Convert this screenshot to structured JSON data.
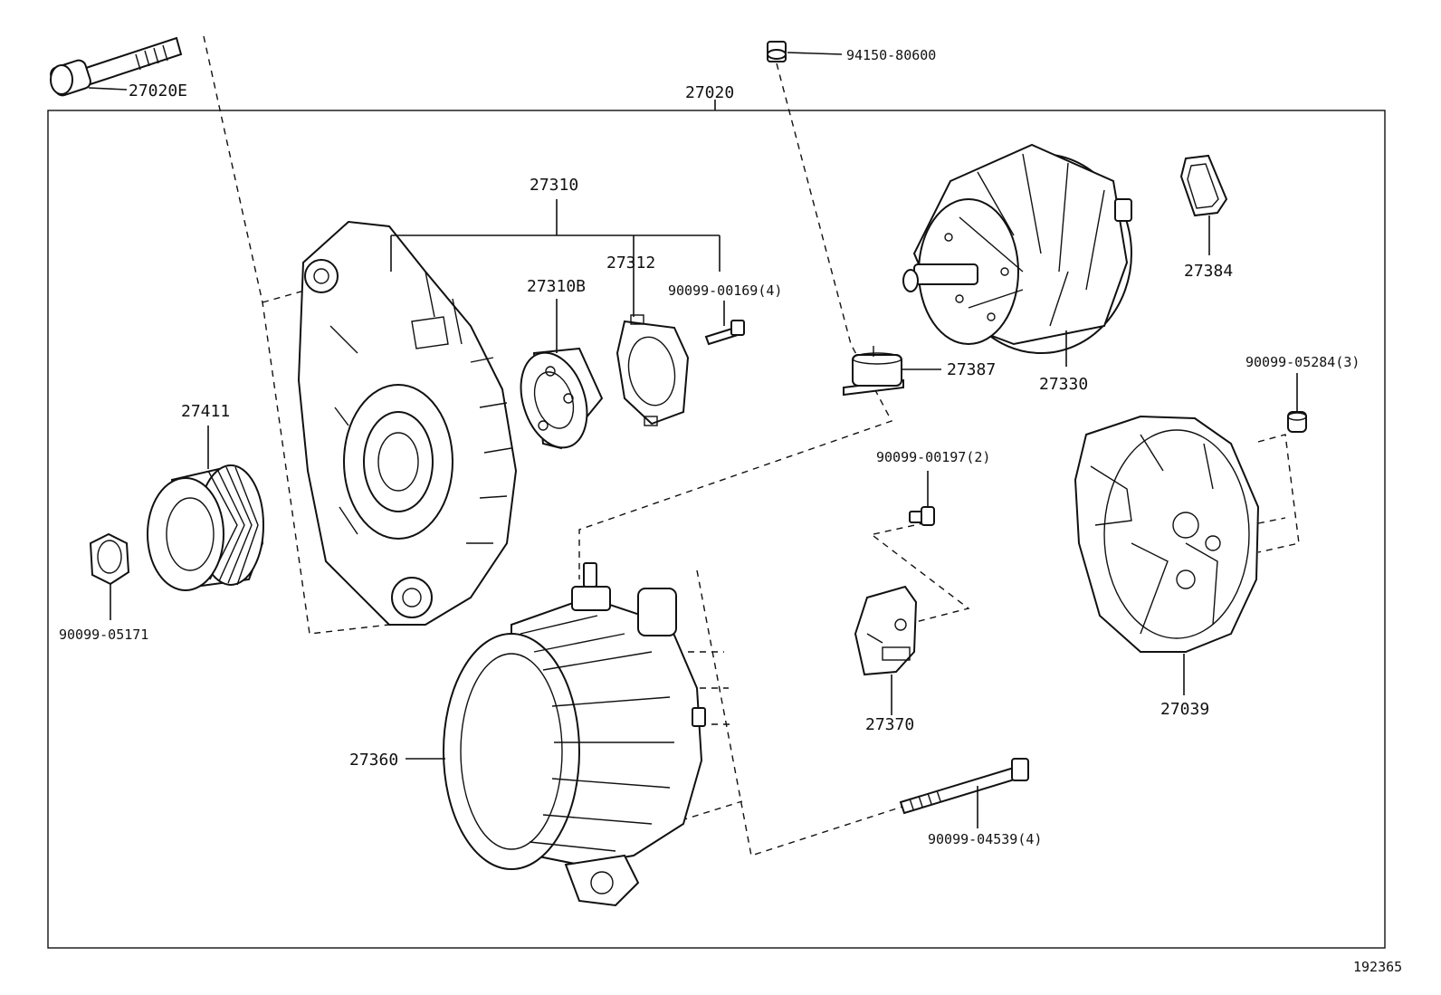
{
  "diagram": {
    "title": "27020",
    "figure_number": "192365",
    "parts": [
      {
        "id": "bolt_27020E",
        "label": "27020E"
      },
      {
        "id": "nut_94150",
        "label": "94150-80600"
      },
      {
        "id": "bearing_assy",
        "label": "27310"
      },
      {
        "id": "bearing",
        "label": "27310B"
      },
      {
        "id": "retainer",
        "label": "27312"
      },
      {
        "id": "screw_00169",
        "label": "90099-00169(4)"
      },
      {
        "id": "insulator",
        "label": "27387"
      },
      {
        "id": "rotor",
        "label": "27330"
      },
      {
        "id": "seal_ring",
        "label": "27384"
      },
      {
        "id": "nut_05284",
        "label": "90099-05284(3)"
      },
      {
        "id": "pulley",
        "label": "27411"
      },
      {
        "id": "pulley_nut",
        "label": "90099-05171"
      },
      {
        "id": "screw_00197",
        "label": "90099-00197(2)"
      },
      {
        "id": "brush_holder",
        "label": "27370"
      },
      {
        "id": "rear_cover",
        "label": "27039"
      },
      {
        "id": "stator_frame",
        "label": "27360"
      },
      {
        "id": "through_bolt",
        "label": "90099-04539(4)"
      }
    ]
  }
}
